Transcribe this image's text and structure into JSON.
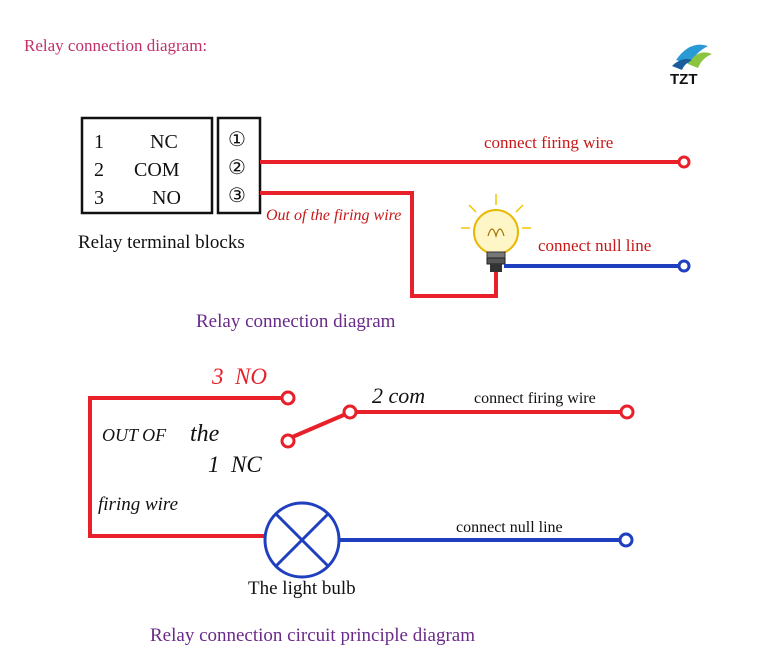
{
  "page": {
    "title": "Relay connection diagram:"
  },
  "logo": {
    "text": "TZT"
  },
  "terminal_block": {
    "rows": [
      {
        "num": "1",
        "label": "NC"
      },
      {
        "num": "2",
        "label": "COM"
      },
      {
        "num": "3",
        "label": "NO"
      }
    ],
    "terminals": [
      "①",
      "②",
      "③"
    ],
    "caption": "Relay terminal blocks"
  },
  "top_diagram": {
    "firing_wire_label": "connect firing wire",
    "out_label": "Out of the firing wire",
    "null_line_label": "connect null line",
    "caption": "Relay connection diagram"
  },
  "bottom_diagram": {
    "no_label": "3  NO",
    "com_label": "2 com",
    "firing_wire_label": "connect firing wire",
    "out_of_label": "OUT OF",
    "the_label": "the",
    "nc_label": "1  NC",
    "firing_wire_text": "firing wire",
    "null_line_label": "connect null line",
    "bulb_label": "The light bulb",
    "caption": "Relay connection circuit principle diagram"
  },
  "colors": {
    "red_wire": "#e8202a",
    "blue_wire": "#1f3fbf",
    "title_pink": "#c0306a",
    "caption_purple": "#6a2a8a",
    "label_red": "#c81818"
  }
}
